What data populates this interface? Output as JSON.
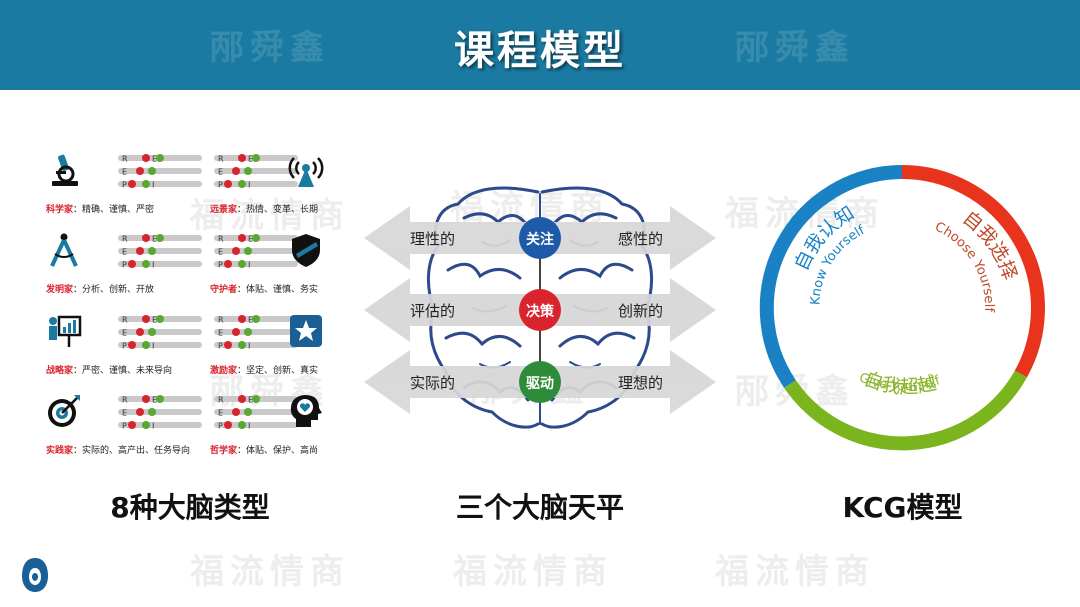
{
  "header": {
    "title": "课程模型",
    "watermark": "邴舜鑫"
  },
  "watermarks": {
    "main": "福流情商",
    "secondary": "邴舜鑫"
  },
  "brain_types": {
    "reib_labels": {
      "r": "R",
      "e": "E",
      "i": "I",
      "p": "P"
    },
    "items": [
      {
        "name": "科学家",
        "traits": "：精确、谨慎、严密",
        "icon": "microscope-icon"
      },
      {
        "name": "远景家",
        "traits": "：热情、变革、长期",
        "icon": "broadcast-tower-icon"
      },
      {
        "name": "发明家",
        "traits": "：分析、创新、开放",
        "icon": "compass-icon"
      },
      {
        "name": "守护者",
        "traits": "：体贴、谨慎、务实",
        "icon": "shield-icon"
      },
      {
        "name": "战略家",
        "traits": "：严密、谨慎、未来导向",
        "icon": "presentation-icon"
      },
      {
        "name": "激励家",
        "traits": "：坚定、创新、真实",
        "icon": "star-badge-icon"
      },
      {
        "name": "实践家",
        "traits": "：实际的、高产出、任务导向",
        "icon": "target-icon"
      },
      {
        "name": "哲学家",
        "traits": "：体贴、保护、高尚",
        "icon": "head-heart-icon"
      }
    ],
    "label": "8种大脑类型"
  },
  "brain_balance": {
    "rows": [
      {
        "center": "关注",
        "left": "理性的",
        "right": "感性的"
      },
      {
        "center": "决策",
        "left": "评估的",
        "right": "创新的"
      },
      {
        "center": "驱动",
        "left": "实际的",
        "right": "理想的"
      }
    ],
    "label": "三个大脑天平",
    "colors": {
      "focus": "#1e5aa8",
      "decide": "#d9232d",
      "drive": "#2e8b3a"
    }
  },
  "kcg": {
    "segments": [
      {
        "cn": "自我认知",
        "en": "Know Yourself",
        "color": "#1a82c4"
      },
      {
        "cn": "自我选择",
        "en": "Choose Yourself",
        "color": "#e8341c"
      },
      {
        "cn": "自我超越",
        "en": "Give Yourself",
        "color": "#7ab51d"
      }
    ],
    "label": "KCG模型"
  }
}
